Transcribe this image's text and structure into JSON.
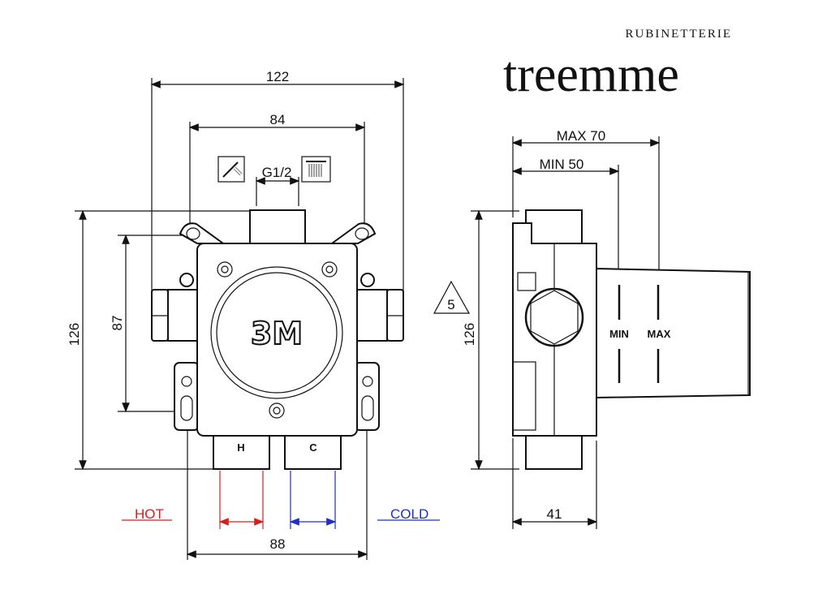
{
  "logo": {
    "brand": "treemme",
    "tagline": "RUBINETTERIE"
  },
  "front_view": {
    "dimensions": {
      "overall_width": "122",
      "bracket_width": "84",
      "thread": "G1/2",
      "overall_height": "126",
      "mount_height": "87",
      "outlet_span": "88"
    },
    "cartridge_label": "3M",
    "outlets": {
      "hot_mark": "H",
      "cold_mark": "C"
    },
    "hot_label": "HOT",
    "cold_label": "COLD",
    "icons": [
      "hand-shower-icon",
      "overhead-shower-icon"
    ]
  },
  "side_view": {
    "dimensions": {
      "max_depth": "MAX 70",
      "min_depth": "MIN 50",
      "height": "126",
      "body_depth": "41"
    },
    "marks": {
      "min": "MIN",
      "max": "MAX"
    },
    "note_symbol": "5"
  },
  "colors": {
    "hot": "#d42020",
    "cold": "#2030c0",
    "line": "#111111"
  }
}
